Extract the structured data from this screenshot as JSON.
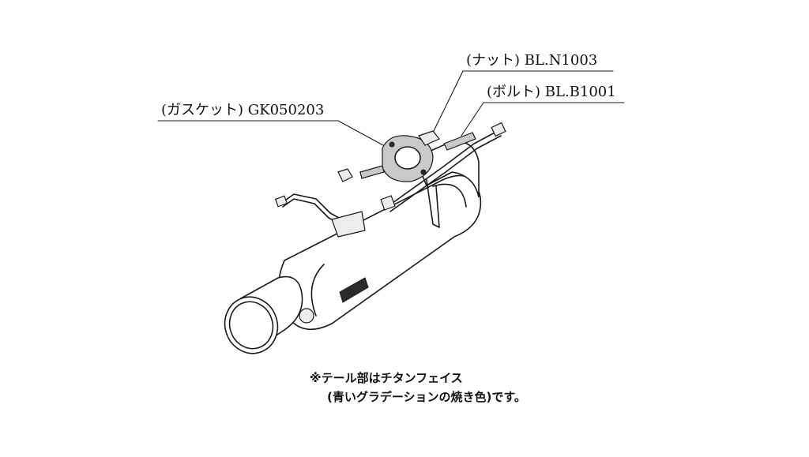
{
  "callouts": {
    "nut": "(ナット) BL.N1003",
    "bolt": "(ボルト) BL.B1001",
    "gasket": "(ガスケット) GK050203"
  },
  "note": {
    "line1": "※テール部はチタンフェイス",
    "line2": "(青いグラデーションの焼き色)です。"
  },
  "colors": {
    "line": "#1a1a1a",
    "background": "#ffffff"
  }
}
